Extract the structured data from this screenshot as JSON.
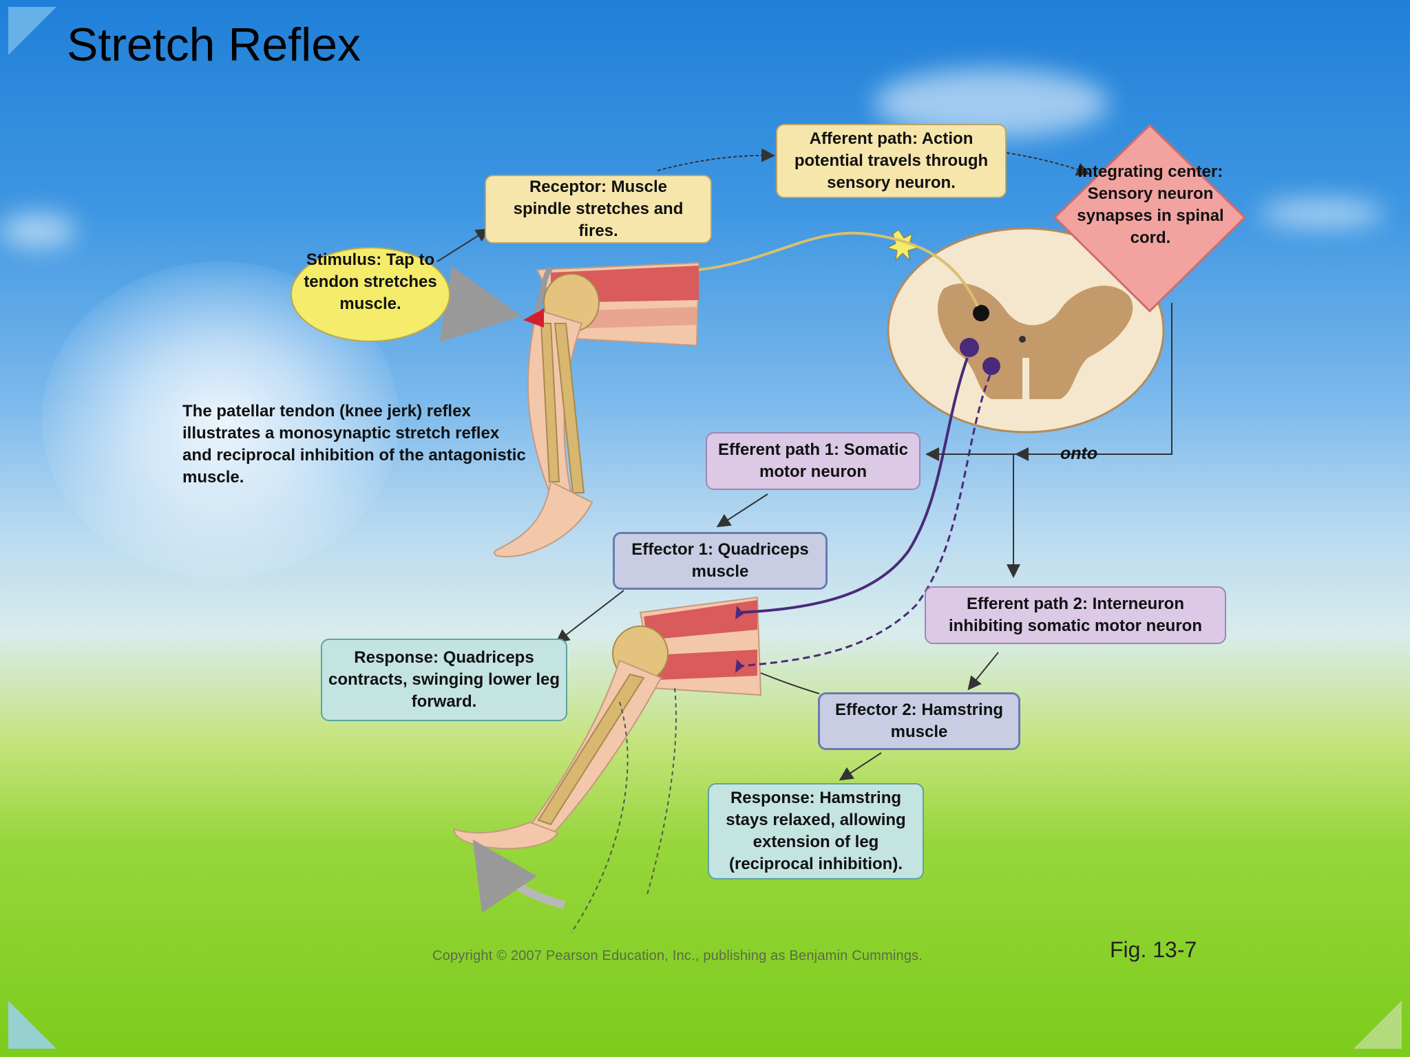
{
  "slide": {
    "title": "Stretch Reflex"
  },
  "labels": {
    "stimulus": "Stimulus: Tap to tendon stretches muscle.",
    "receptor": "Receptor: Muscle spindle stretches and fires.",
    "afferent": "Afferent path: Action potential travels through sensory neuron.",
    "integrating": "Integrating center: Sensory neuron synapses in spinal cord.",
    "onto": "onto",
    "efferent1": "Efferent path 1: Somatic motor neuron",
    "effector1": "Effector 1: Quadriceps muscle",
    "efferent2": "Efferent path 2: Interneuron inhibiting somatic motor neuron",
    "effector2": "Effector 2: Hamstring muscle",
    "response1": "Response: Quadriceps contracts, swinging lower leg forward.",
    "response2": "Response: Hamstring stays relaxed, allowing extension of leg (reciprocal inhibition).",
    "description": "The patellar tendon (knee jerk) reflex illustrates a monosynaptic stretch reflex and reciprocal inhibition of the antagonistic muscle."
  },
  "footer": {
    "copyright": "Copyright © 2007 Pearson Education, Inc., publishing as Benjamin Cummings.",
    "figure": "Fig. 13-7"
  },
  "colors": {
    "label_yellow": "#f7e6ac",
    "label_purple": "#dcc9e6",
    "label_blue": "#c8cde4",
    "label_teal": "#c4e4e1",
    "integrating_pink": "#f2a3a0",
    "stimulus_oval": "#f4ec6a",
    "muscle_red": "#d95b5b",
    "bone_tan": "#d8b870",
    "skin": "#f3c7aa",
    "cord_light": "#f4e7cd",
    "cord_dark": "#c59a6a",
    "neuron_purple": "#4a2a7a"
  }
}
